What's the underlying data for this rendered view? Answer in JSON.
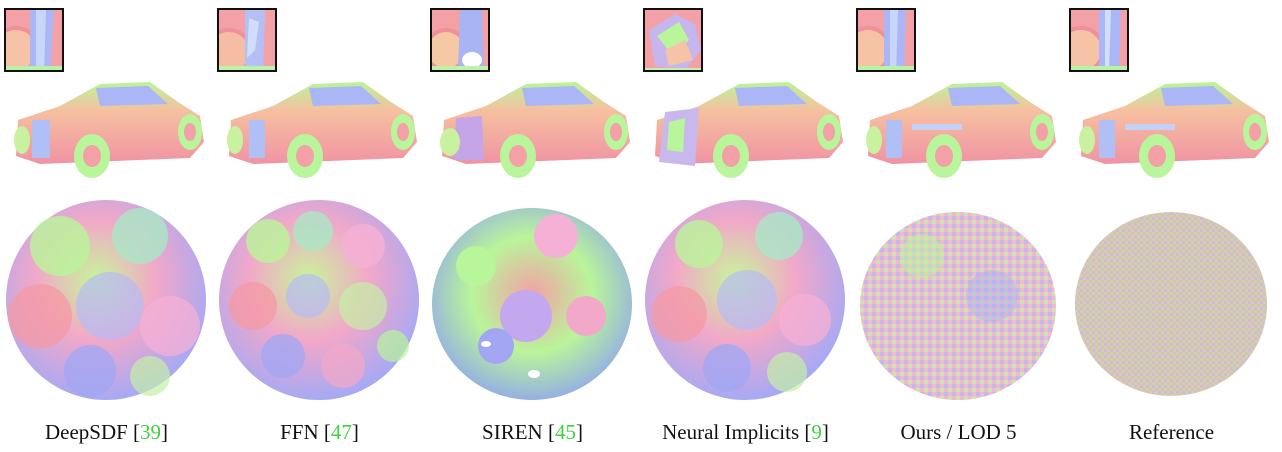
{
  "columns": [
    {
      "id": "deepsdf",
      "label": "DeepSDF [",
      "cite": "39",
      "tail": "]"
    },
    {
      "id": "ffn",
      "label": "FFN [",
      "cite": "47",
      "tail": "]"
    },
    {
      "id": "siren",
      "label": "SIREN [",
      "cite": "45",
      "tail": "]"
    },
    {
      "id": "neural-implicits",
      "label": "Neural Implicits [",
      "cite": "9",
      "tail": "]"
    },
    {
      "id": "ours",
      "label": "Ours / LOD 5",
      "cite": "",
      "tail": ""
    },
    {
      "id": "reference",
      "label": "Reference",
      "cite": "",
      "tail": ""
    }
  ],
  "colors": {
    "car_body": "#f3a0a6",
    "car_top": "#b9f59a",
    "car_shade": "#a9b7f4",
    "cite_green": "#3fd23f",
    "inset_border": "#111111"
  }
}
